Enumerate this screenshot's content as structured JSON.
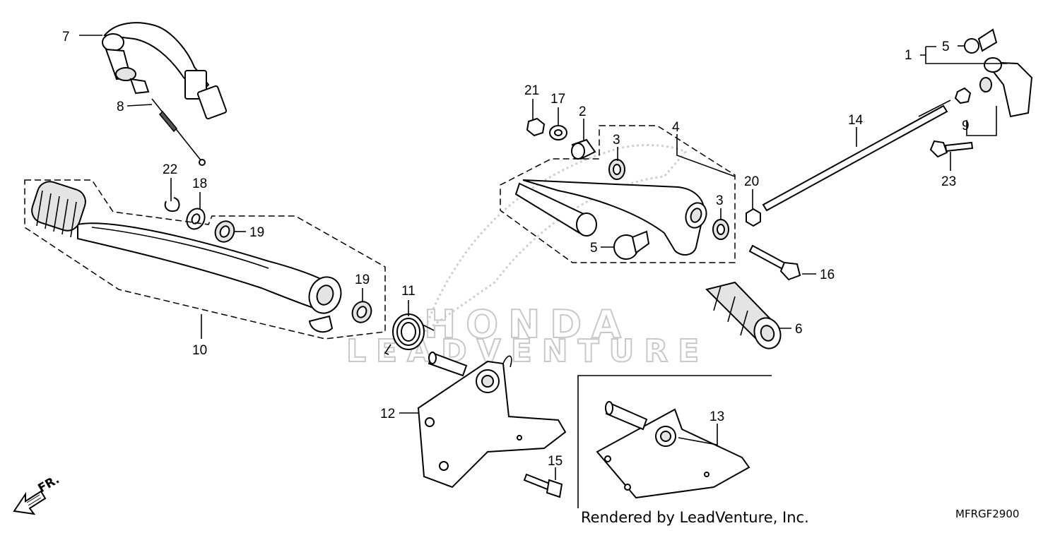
{
  "diagram": {
    "callouts": [
      {
        "id": "1",
        "label": "1"
      },
      {
        "id": "2",
        "label": "2"
      },
      {
        "id": "3a",
        "label": "3"
      },
      {
        "id": "3b",
        "label": "3"
      },
      {
        "id": "4",
        "label": "4"
      },
      {
        "id": "5a",
        "label": "5"
      },
      {
        "id": "5b",
        "label": "5"
      },
      {
        "id": "6",
        "label": "6"
      },
      {
        "id": "7",
        "label": "7"
      },
      {
        "id": "8",
        "label": "8"
      },
      {
        "id": "9",
        "label": "9"
      },
      {
        "id": "10",
        "label": "10"
      },
      {
        "id": "11",
        "label": "11"
      },
      {
        "id": "12",
        "label": "12"
      },
      {
        "id": "13",
        "label": "13"
      },
      {
        "id": "14",
        "label": "14"
      },
      {
        "id": "15",
        "label": "15"
      },
      {
        "id": "16",
        "label": "16"
      },
      {
        "id": "17",
        "label": "17"
      },
      {
        "id": "18",
        "label": "18"
      },
      {
        "id": "19a",
        "label": "19"
      },
      {
        "id": "19b",
        "label": "19"
      },
      {
        "id": "20",
        "label": "20"
      },
      {
        "id": "21",
        "label": "21"
      },
      {
        "id": "22",
        "label": "22"
      },
      {
        "id": "23",
        "label": "23"
      }
    ],
    "front_marker": "FR.",
    "watermark_brand": "HONDA",
    "watermark_text": "LEADVENTURE",
    "rendered_by": "Rendered by LeadVenture, Inc.",
    "diagram_code": "MFRGF2900"
  }
}
